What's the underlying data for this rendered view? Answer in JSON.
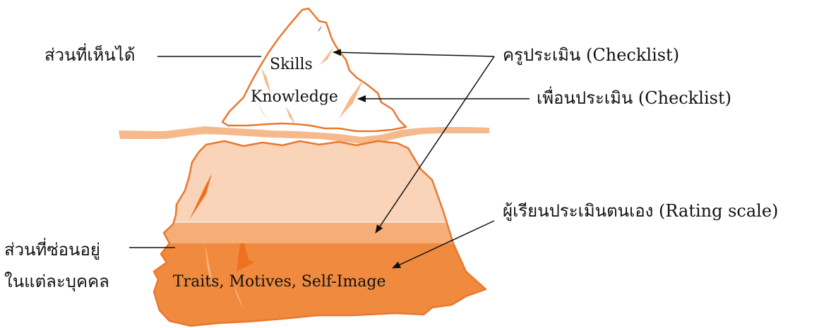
{
  "labels": {
    "visible_part": "ส่วนที่เห็นได้",
    "hidden_part_line1": "ส่วนที่ซ่อนอยู่",
    "hidden_part_line2": "ในแต่ละบุคคล",
    "teacher_assessment": "ครูประเมิน (Checklist)",
    "peer_assessment": "เพื่อนประเมิน (Checklist)",
    "self_assessment": "ผู้เรียนประเมินตนเอง (Rating scale)"
  },
  "iceberg": {
    "tip_item_1": "Skills",
    "tip_item_2": "Knowledge",
    "base_items": "Traits, Motives, Self-Image"
  },
  "colors": {
    "outline": "#E8782F",
    "waterline": "#F5B98C",
    "base_light": "#FAD4B8",
    "base_mid": "#F5AE78",
    "base_dark": "#F08A3E",
    "accent": "#F07020",
    "ink": "#111111"
  }
}
